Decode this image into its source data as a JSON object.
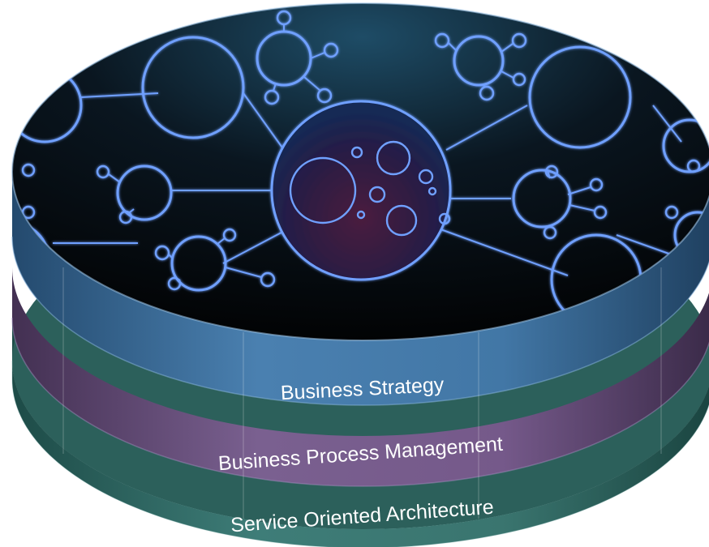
{
  "layers": [
    {
      "label": "Business Strategy",
      "color": "#3e6f9e"
    },
    {
      "label": "Business Process Management",
      "color": "#6e5580"
    },
    {
      "label": "Service Oriented Architecture",
      "color": "#36706c"
    }
  ],
  "colors": {
    "network_stroke": "#6fa0ff",
    "top_surface": "#050608",
    "hub_fill": "#3a1c40"
  }
}
